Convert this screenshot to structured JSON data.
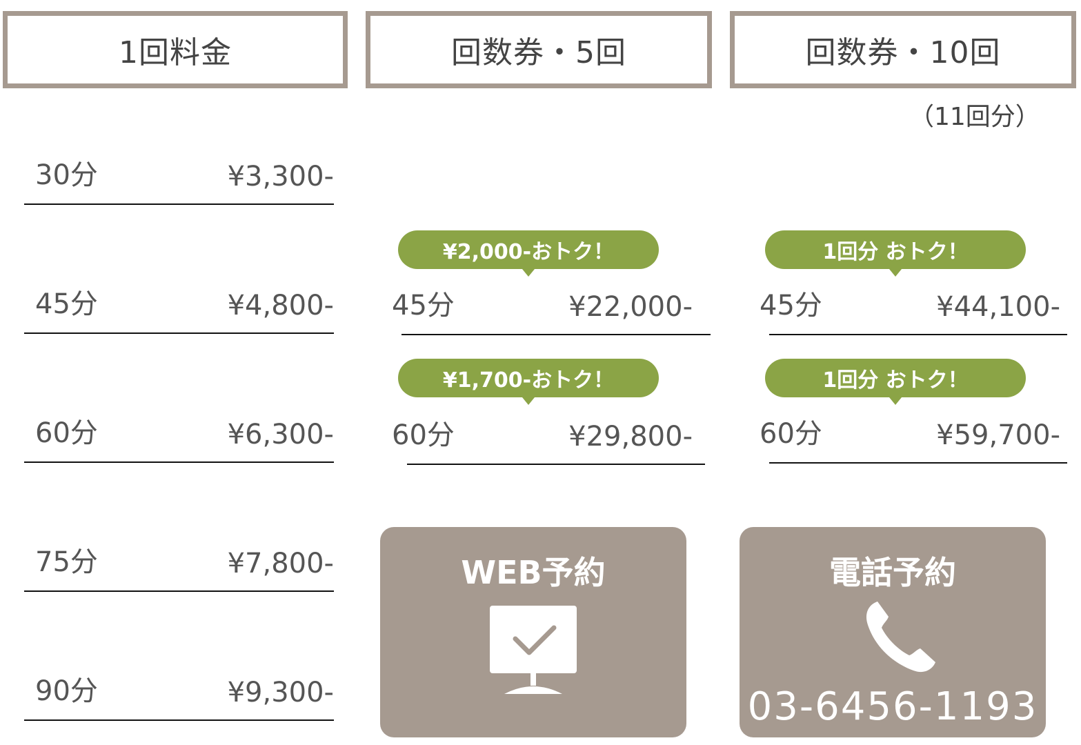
{
  "headers": {
    "single": "1回料金",
    "five": "回数券・5回",
    "ten": "回数券・10回"
  },
  "ten_note": "（11回分）",
  "single_rows": [
    {
      "duration": "30分",
      "price": "¥3,300-"
    },
    {
      "duration": "45分",
      "price": "¥4,800-"
    },
    {
      "duration": "60分",
      "price": "¥6,300-"
    },
    {
      "duration": "75分",
      "price": "¥7,800-"
    },
    {
      "duration": "90分",
      "price": "¥9,300-"
    }
  ],
  "five_rows": [
    {
      "badge": "¥2,000-おトク！",
      "duration": "45分",
      "price": "¥22,000-"
    },
    {
      "badge": "¥1,700-おトク！",
      "duration": "60分",
      "price": "¥29,800-"
    }
  ],
  "ten_rows": [
    {
      "badge": "1回分 おトク！",
      "duration": "45分",
      "price": "¥44,100-"
    },
    {
      "badge": "1回分 おトク！",
      "duration": "60分",
      "price": "¥59,700-"
    }
  ],
  "web_button": {
    "label": "WEB予約",
    "icon": "monitor-check-icon"
  },
  "tel_button": {
    "label": "電話予約",
    "icon": "phone-icon",
    "number": "03-6456-1193"
  },
  "colors": {
    "frame": "#a69a90",
    "badge": "#8ba446",
    "button": "#a69a90"
  }
}
